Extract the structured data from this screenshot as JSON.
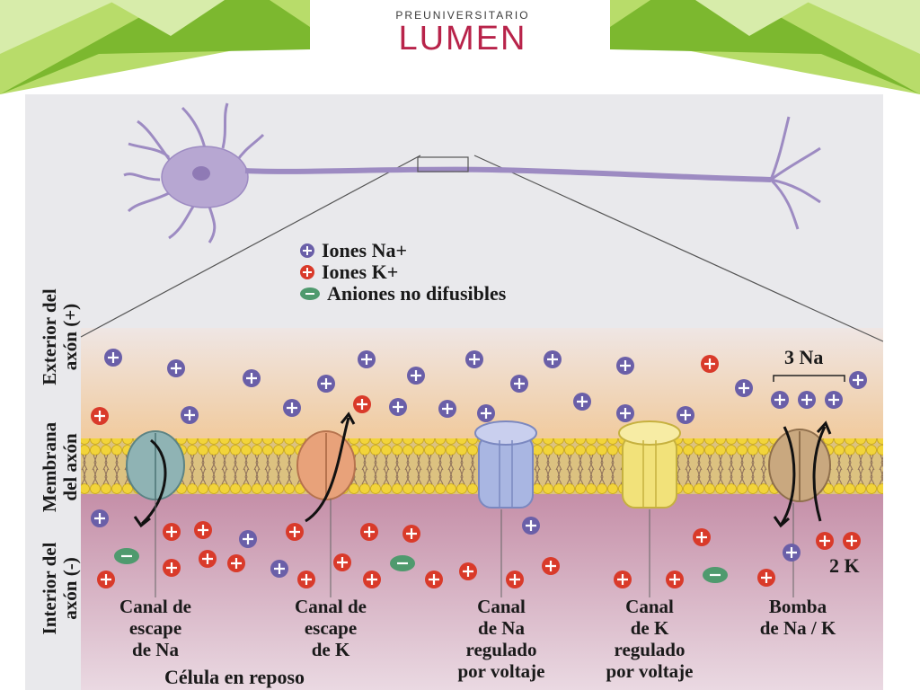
{
  "brand": {
    "top": "PREUNIVERSITARIO",
    "main": "LUMEN"
  },
  "colors": {
    "green_dark": "#7cb82f",
    "green_light": "#b8dc6a",
    "brand_red": "#b8234a",
    "na_ion": "#6a5fa8",
    "k_ion": "#d93a2a",
    "anion": "#4f9a6e"
  },
  "side_labels": {
    "exterior": [
      "Exterior del",
      "axón (+)"
    ],
    "membrane": [
      "Membrana",
      "del axón"
    ],
    "interior": [
      "Interior del",
      "axón (-)"
    ]
  },
  "legend": [
    {
      "icon": "na-ion-icon",
      "text": "Iones Na+"
    },
    {
      "icon": "k-ion-icon",
      "text": "Iones K+"
    },
    {
      "icon": "anion-icon",
      "text": "Aniones no difusibles"
    }
  ],
  "channels": [
    {
      "icon": "na-leak-channel-icon",
      "label": [
        "Canal de",
        "escape",
        "de Na"
      ]
    },
    {
      "icon": "k-leak-channel-icon",
      "label": [
        "Canal de",
        "escape",
        "de K"
      ]
    },
    {
      "icon": "na-voltage-channel-icon",
      "label": [
        "Canal",
        "de Na",
        "regulado",
        "por voltaje"
      ]
    },
    {
      "icon": "k-voltage-channel-icon",
      "label": [
        "Canal",
        "de K",
        "regulado",
        "por voltaje"
      ]
    },
    {
      "icon": "na-k-pump-icon",
      "label": [
        "Bomba",
        "de Na / K"
      ]
    }
  ],
  "pump_labels": {
    "na": "3 Na",
    "k": "2 K"
  },
  "caption": "Célula en reposo"
}
